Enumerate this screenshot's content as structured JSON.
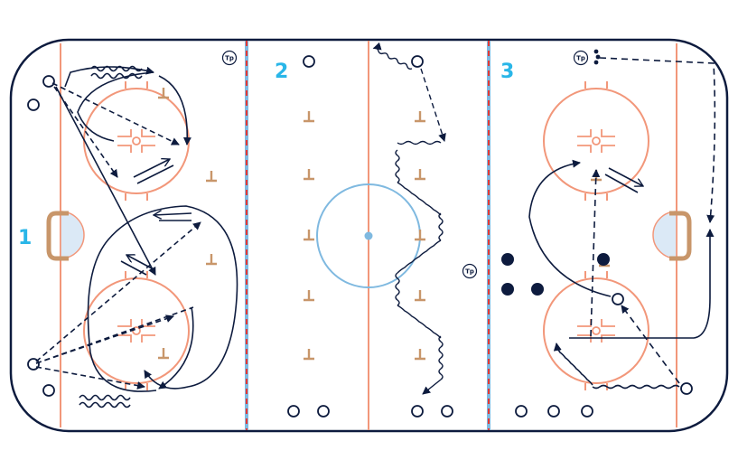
{
  "zones": [
    {
      "label": "1"
    },
    {
      "label": "2"
    },
    {
      "label": "3"
    }
  ],
  "tp_label": "Tp",
  "colors": {
    "navy": "#0d1b3e",
    "boards": "#0d1b3e",
    "red_line": "#e53935",
    "blue_line": "#7fb9e0",
    "circle": "#f2977a",
    "pylon": "#c8966a",
    "accent": "#29b6e8",
    "crease": "#dbe9f6",
    "net": "#c8966a",
    "puck": "#0d1b3e"
  }
}
